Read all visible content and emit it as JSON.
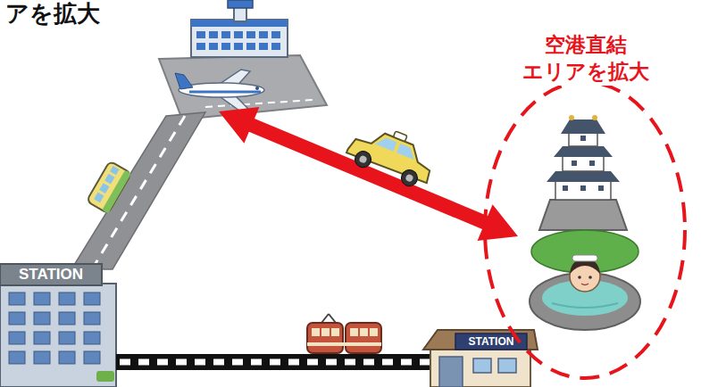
{
  "diagram": {
    "nodes": [
      {
        "text": [
          "空港直結 エリアを拡大"
        ]
      }
    ],
    "labels": [
      "アを拡大",
      "STATION",
      "STATION"
    ]
  }
}
